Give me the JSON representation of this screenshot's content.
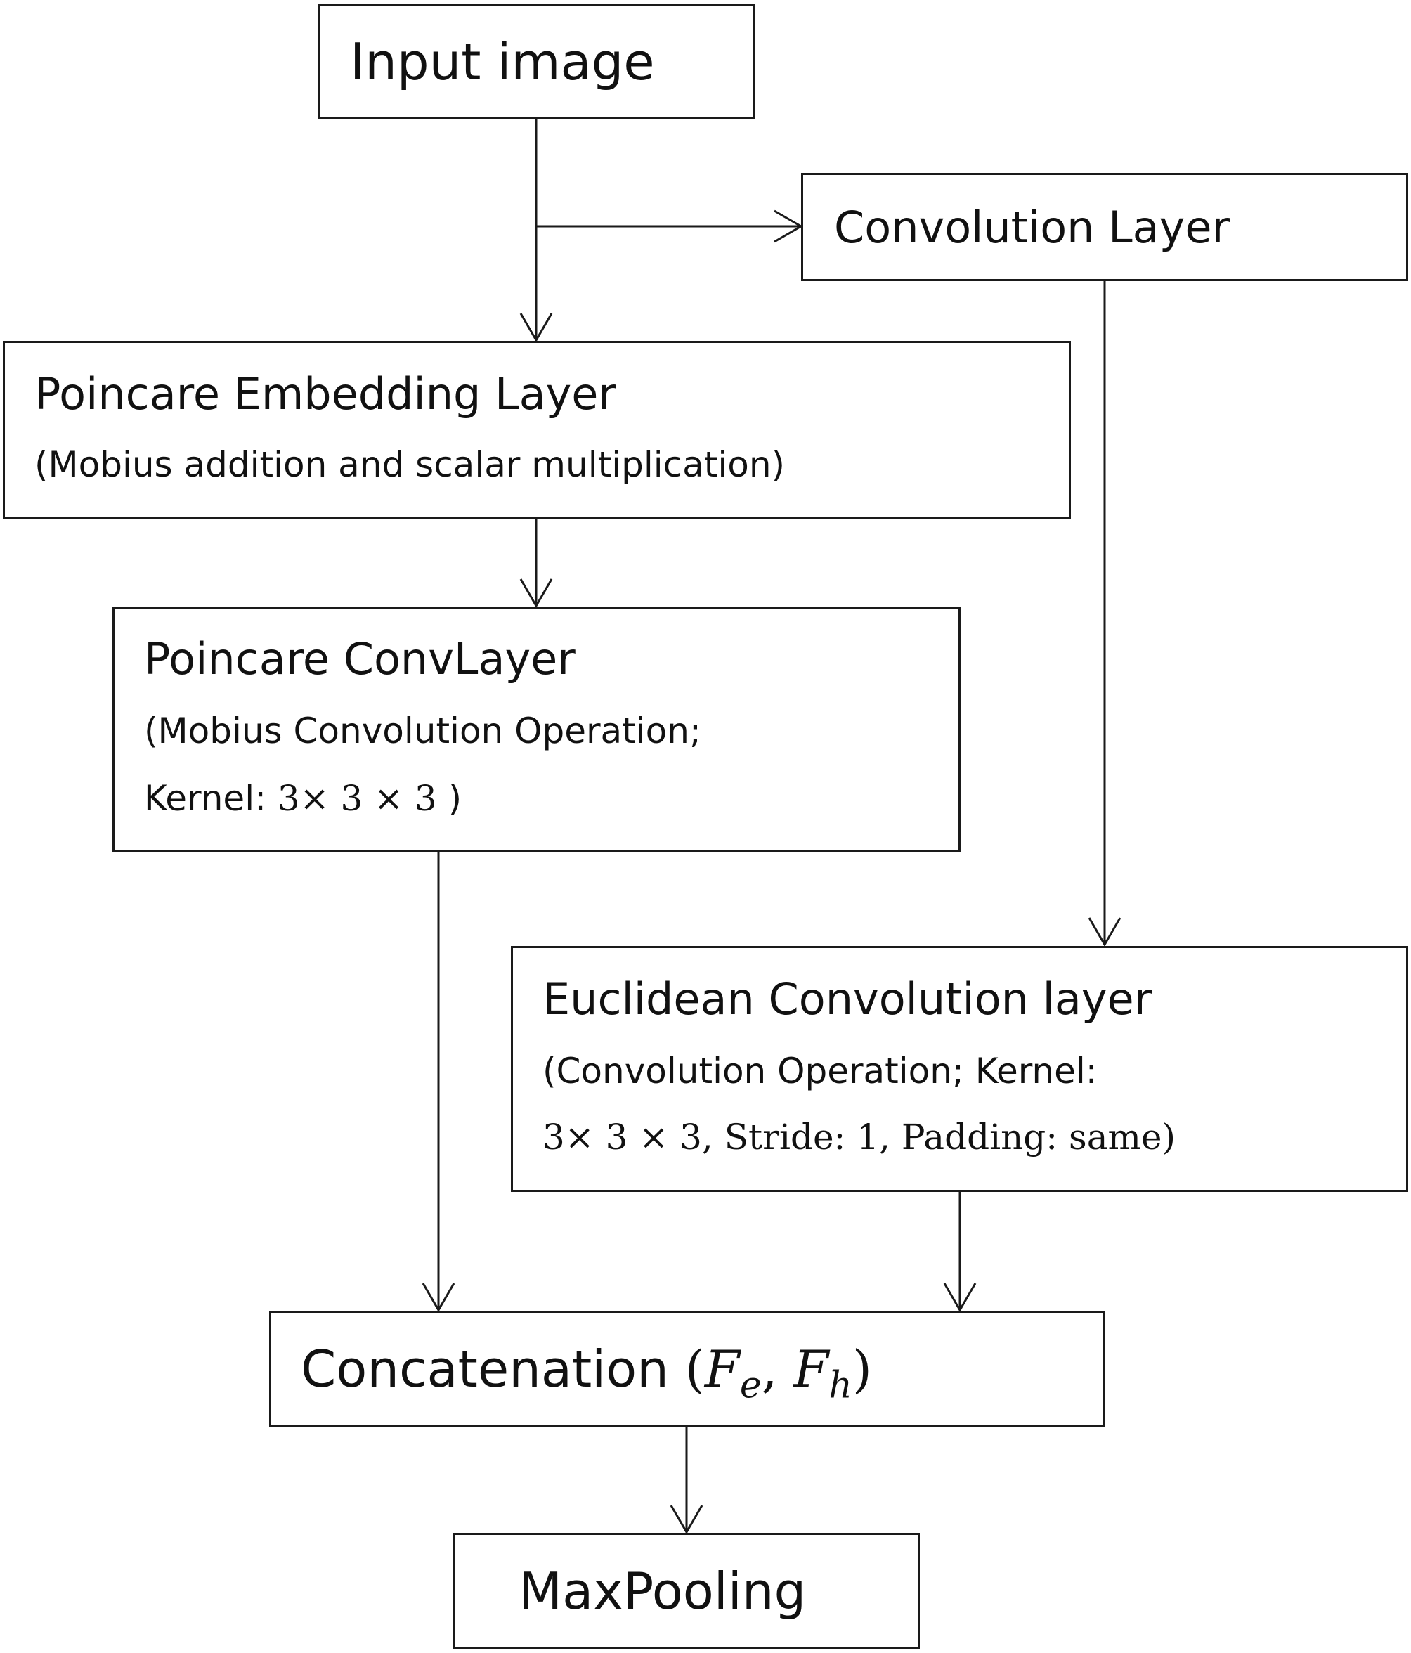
{
  "nodes": {
    "input": {
      "label": "Input image"
    },
    "conv_layer": {
      "label": "Convolution Layer"
    },
    "poincare_embedding": {
      "label": "Poincare Embedding Layer",
      "detail": "(Mobius addition and scalar multiplication)"
    },
    "poincare_conv": {
      "label": "Poincare ConvLayer",
      "detail_line1": "(Mobius Convolution Operation;",
      "detail_line2_prefix": "Kernel:",
      "detail_line2_kernel": "3× 3 × 3",
      "detail_line2_suffix": ")"
    },
    "euclidean_conv": {
      "label": "Euclidean Convolution layer",
      "detail_line1": "(Convolution Operation; Kernel:",
      "detail_line2_kernel": "3× 3 × 3,",
      "detail_line2_rest": "Stride: 1, Padding: same)"
    },
    "concat": {
      "label": "Concatenation",
      "paren_open": "(",
      "f1": "F",
      "f1_sub": "e",
      "comma": ",",
      "f2": "F",
      "f2_sub": "h",
      "paren_close": ")"
    },
    "maxpool": {
      "label": "MaxPooling"
    }
  }
}
